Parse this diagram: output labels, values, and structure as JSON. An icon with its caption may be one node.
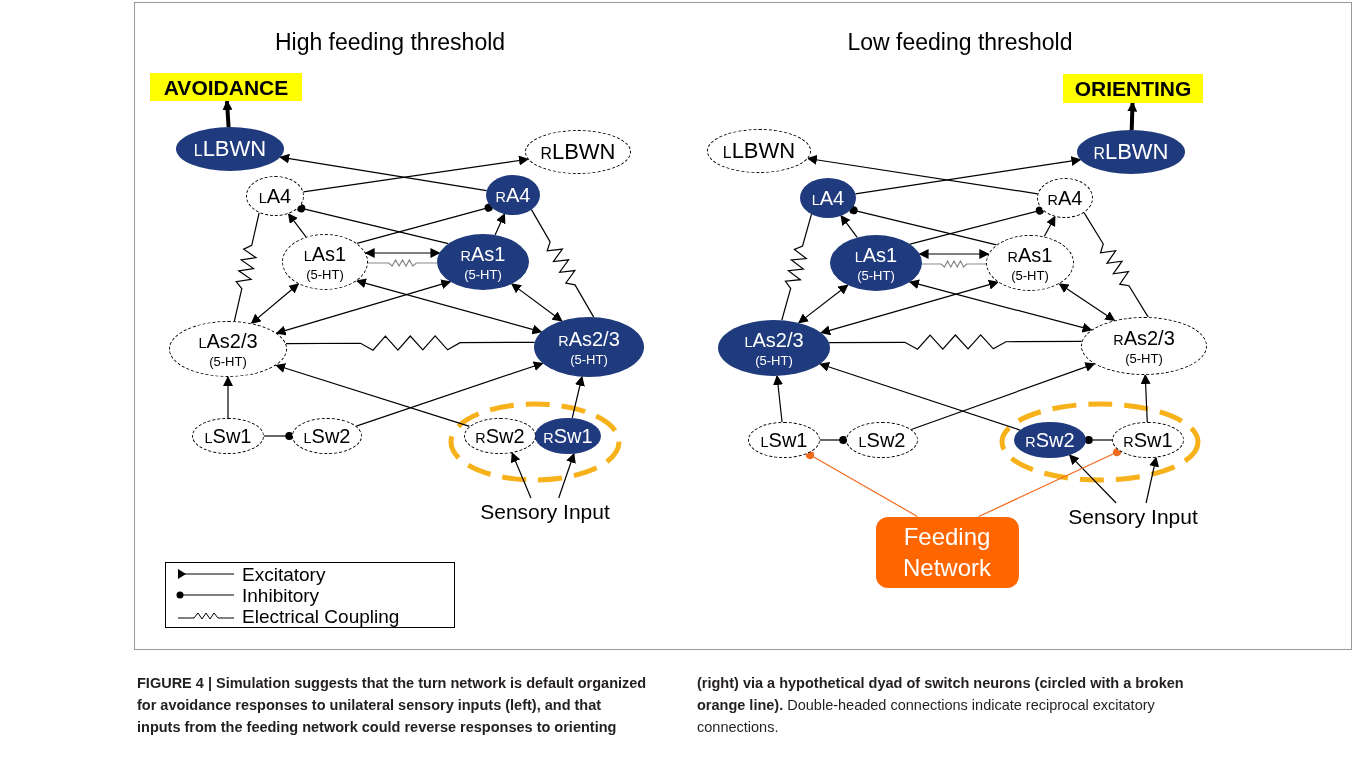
{
  "diagram": {
    "caption": "**FIGURE 4 | Simulation suggests that the turn network is default organized for avoidance responses to unilateral sensory inputs (left), and that inputs from the feeding network could reverse responses to orienting (right) via a hypothetical dyad of switch neurons (circled with a broken orange line).** Double-headed connections indicate reciprocal excitatory connections.",
    "nodes": [
      {
        "text": [
          "AVOIDANCE"
        ]
      },
      {
        "text": [
          "LLBWN"
        ]
      },
      {
        "text": [
          "RLBWN"
        ]
      },
      {
        "text": [
          "LA4"
        ]
      },
      {
        "text": [
          "RA4"
        ]
      },
      {
        "text": [
          "LAs1",
          "(5-HT)"
        ]
      },
      {
        "text": [
          "RAs1",
          "(5-HT)"
        ]
      },
      {
        "text": [
          "LAs2/3",
          "(5-HT)"
        ]
      },
      {
        "text": [
          "RAs2/3",
          "(5-HT)"
        ]
      },
      {
        "text": [
          "LSw1"
        ]
      },
      {
        "text": [
          "LSw2"
        ]
      },
      {
        "text": [
          "RSw2"
        ]
      },
      {
        "text": [
          "RSw1"
        ]
      },
      {
        "text": [
          "Sensory Input"
        ]
      },
      {
        "text": [
          "ORIENTING"
        ]
      },
      {
        "text": [
          "LLBWN"
        ]
      },
      {
        "text": [
          "RLBWN"
        ]
      },
      {
        "text": [
          "LA4"
        ]
      },
      {
        "text": [
          "RA4"
        ]
      },
      {
        "text": [
          "LAs1",
          "(5-HT)"
        ]
      },
      {
        "text": [
          "RAs1",
          "(5-HT)"
        ]
      },
      {
        "text": [
          "LAs2/3",
          "(5-HT)"
        ]
      },
      {
        "text": [
          "RAs2/3",
          "(5-HT)"
        ]
      },
      {
        "text": [
          "LSw1"
        ]
      },
      {
        "text": [
          "LSw2"
        ]
      },
      {
        "text": [
          "RSw2"
        ]
      },
      {
        "text": [
          "RSw1"
        ]
      },
      {
        "text": [
          "Sensory Input"
        ]
      },
      {
        "text": [
          "Feeding Network"
        ]
      }
    ],
    "edges": [
      {
        "from": 1,
        "to": 0,
        "arrow": "to",
        "style": "thick"
      },
      {
        "from": 4,
        "to": 1,
        "arrow": "to"
      },
      {
        "from": 3,
        "to": 2,
        "arrow": "to"
      },
      {
        "from": 6,
        "to": 3,
        "arrow": "other"
      },
      {
        "from": 5,
        "to": 4,
        "arrow": "other"
      },
      {
        "from": 5,
        "to": 3,
        "arrow": "to"
      },
      {
        "from": 6,
        "to": 4,
        "arrow": "to"
      },
      {
        "from": 5,
        "to": 6,
        "arrow": "both"
      },
      {
        "from": 5,
        "to": 6,
        "arrow": "none",
        "color": "#888888"
      },
      {
        "from": 3,
        "to": 7,
        "arrow": "none"
      },
      {
        "from": 4,
        "to": 8,
        "arrow": "none"
      },
      {
        "from": 5,
        "to": 7,
        "arrow": "both"
      },
      {
        "from": 6,
        "to": 8,
        "arrow": "both"
      },
      {
        "from": 5,
        "to": 8,
        "arrow": "both"
      },
      {
        "from": 6,
        "to": 7,
        "arrow": "both"
      },
      {
        "from": 7,
        "to": 8,
        "arrow": "none"
      },
      {
        "from": 9,
        "to": 7,
        "arrow": "to"
      },
      {
        "from": 9,
        "to": 10,
        "arrow": "other"
      },
      {
        "from": 10,
        "to": 8,
        "arrow": "to"
      },
      {
        "from": 11,
        "to": 7,
        "arrow": "to"
      },
      {
        "from": 12,
        "to": 11,
        "arrow": "other"
      },
      {
        "from": 12,
        "to": 8,
        "arrow": "to"
      },
      {
        "from": 13,
        "to": 11,
        "arrow": "to"
      },
      {
        "from": 13,
        "to": 12,
        "arrow": "to"
      },
      {
        "from": 16,
        "to": 14,
        "arrow": "to",
        "style": "thick"
      },
      {
        "from": 18,
        "to": 15,
        "arrow": "to"
      },
      {
        "from": 17,
        "to": 16,
        "arrow": "to"
      },
      {
        "from": 20,
        "to": 17,
        "arrow": "other"
      },
      {
        "from": 19,
        "to": 18,
        "arrow": "other"
      },
      {
        "from": 19,
        "to": 17,
        "arrow": "to"
      },
      {
        "from": 20,
        "to": 18,
        "arrow": "to"
      },
      {
        "from": 19,
        "to": 20,
        "arrow": "both"
      },
      {
        "from": 19,
        "to": 20,
        "arrow": "none",
        "color": "#888888"
      },
      {
        "from": 17,
        "to": 21,
        "arrow": "none"
      },
      {
        "from": 18,
        "to": 22,
        "arrow": "none"
      },
      {
        "from": 19,
        "to": 21,
        "arrow": "both"
      },
      {
        "from": 20,
        "to": 22,
        "arrow": "both"
      },
      {
        "from": 19,
        "to": 22,
        "arrow": "both"
      },
      {
        "from": 20,
        "to": 21,
        "arrow": "both"
      },
      {
        "from": 21,
        "to": 22,
        "arrow": "none"
      },
      {
        "from": 23,
        "to": 21,
        "arrow": "to"
      },
      {
        "from": 23,
        "to": 24,
        "arrow": "other"
      },
      {
        "from": 24,
        "to": 22,
        "arrow": "to"
      },
      {
        "from": 25,
        "to": 21,
        "arrow": "to"
      },
      {
        "from": 26,
        "to": 25,
        "arrow": "other"
      },
      {
        "from": 26,
        "to": 22,
        "arrow": "to"
      },
      {
        "from": 27,
        "to": 25,
        "arrow": "to"
      },
      {
        "from": 27,
        "to": 26,
        "arrow": "to"
      },
      {
        "from": 28,
        "to": 23,
        "arrow": "other",
        "color": "#f26b1d"
      },
      {
        "from": 28,
        "to": 26,
        "arrow": "other",
        "color": "#f26b1d"
      }
    ],
    "labels": [
      "High feeding threshold",
      "Low feeding threshold"
    ],
    "legend": [
      {
        "text": "Excitatory"
      },
      {
        "text": "Inhibitory"
      },
      {
        "text": "Electrical Coupling"
      }
    ]
  }
}
